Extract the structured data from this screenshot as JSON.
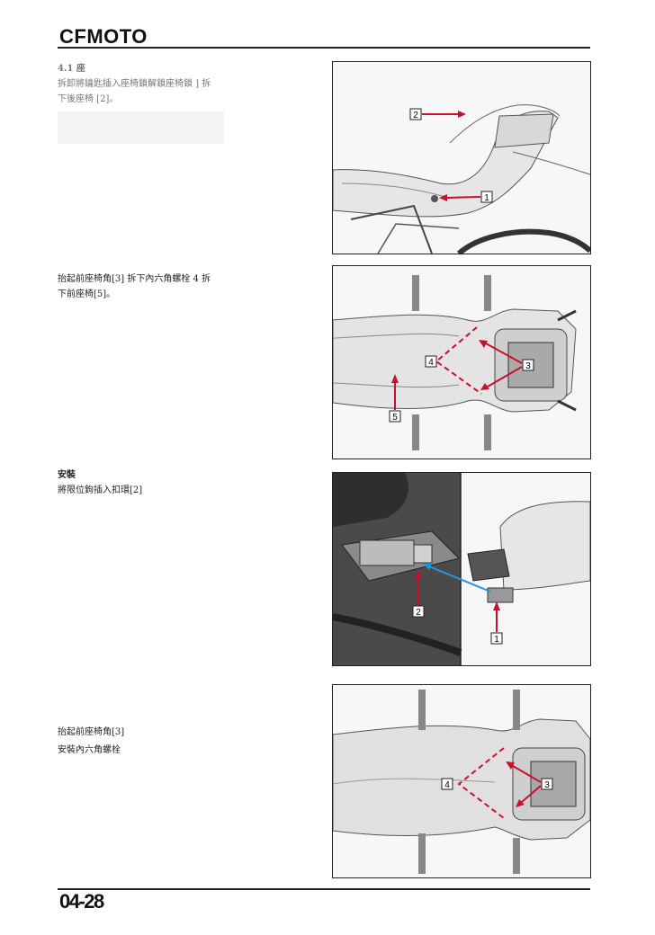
{
  "header": {
    "brand": "CFMOTO"
  },
  "footer": {
    "page_number": "04-28"
  },
  "sections": [
    {
      "heading": "4.1 座",
      "lines": [
        "拆卸將鑰匙插入座椅鎖解鎖座椅鎖 ] 拆",
        "下後座椅 [2]。"
      ],
      "figure": {
        "callouts": [
          "2",
          "1"
        ]
      }
    },
    {
      "lines": [
        "抬起前座椅角[3] 拆下內六角螺栓 4 拆",
        "下前座椅[5]。"
      ],
      "figure": {
        "callouts": [
          "4",
          "3",
          "5"
        ]
      }
    },
    {
      "heading": "安裝",
      "lines": [
        "將限位鉤插入扣環[2]"
      ],
      "figure": {
        "callouts": [
          "2",
          "1"
        ]
      }
    },
    {
      "lines": [
        "抬起前座椅角[3]",
        "安裝內六角螺栓"
      ],
      "figure": {
        "callouts": [
          "4",
          "3"
        ]
      }
    }
  ]
}
